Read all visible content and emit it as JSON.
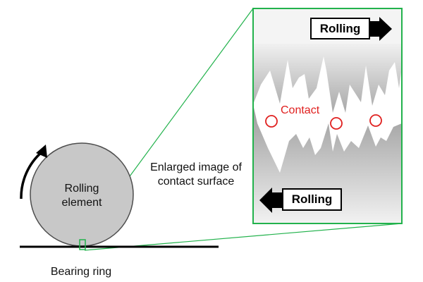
{
  "labels": {
    "rolling_element_line1": "Rolling",
    "rolling_element_line2": "element",
    "bearing_ring": "Bearing ring",
    "enlarged_line1": "Enlarged image of",
    "enlarged_line2": "contact surface",
    "contact": "Contact",
    "rolling_top": "Rolling",
    "rolling_bottom": "Rolling"
  },
  "colors": {
    "green": "#22b24c",
    "contact_red": "#e0201f",
    "ball_fill": "#c8c8c8",
    "ink": "#000000"
  },
  "icons": {
    "rotation": "curved-arrow-icon",
    "right_arrow": "right-arrow-icon",
    "left_arrow": "left-arrow-icon",
    "contact_marker": "circle-marker-icon"
  }
}
